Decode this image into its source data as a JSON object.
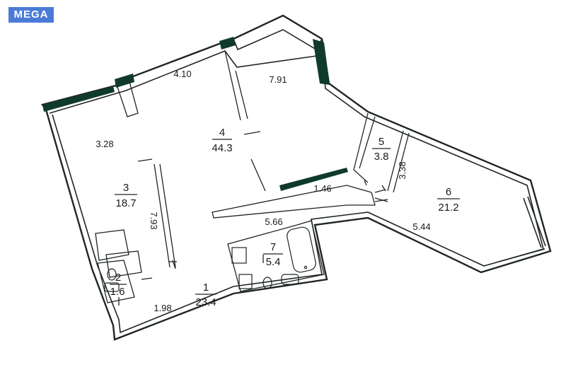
{
  "logo": {
    "text": "MEGA",
    "color": "#4a7bd6"
  },
  "plan": {
    "wall_color": "#1f2622",
    "accent_color": "#0f3a2c",
    "rooms": [
      {
        "number": "1",
        "area": "23.4"
      },
      {
        "number": "2",
        "area": "1.6"
      },
      {
        "number": "3",
        "area": "18.7"
      },
      {
        "number": "4",
        "area": "44.3"
      },
      {
        "number": "5",
        "area": "3.8"
      },
      {
        "number": "6",
        "area": "21.2"
      },
      {
        "number": "7",
        "area": "5.4"
      }
    ],
    "dimensions": [
      "4.10",
      "7.91",
      "3.28",
      "7.93",
      "1.46",
      "3.38",
      "5.44",
      "5.66",
      "1.98"
    ]
  }
}
